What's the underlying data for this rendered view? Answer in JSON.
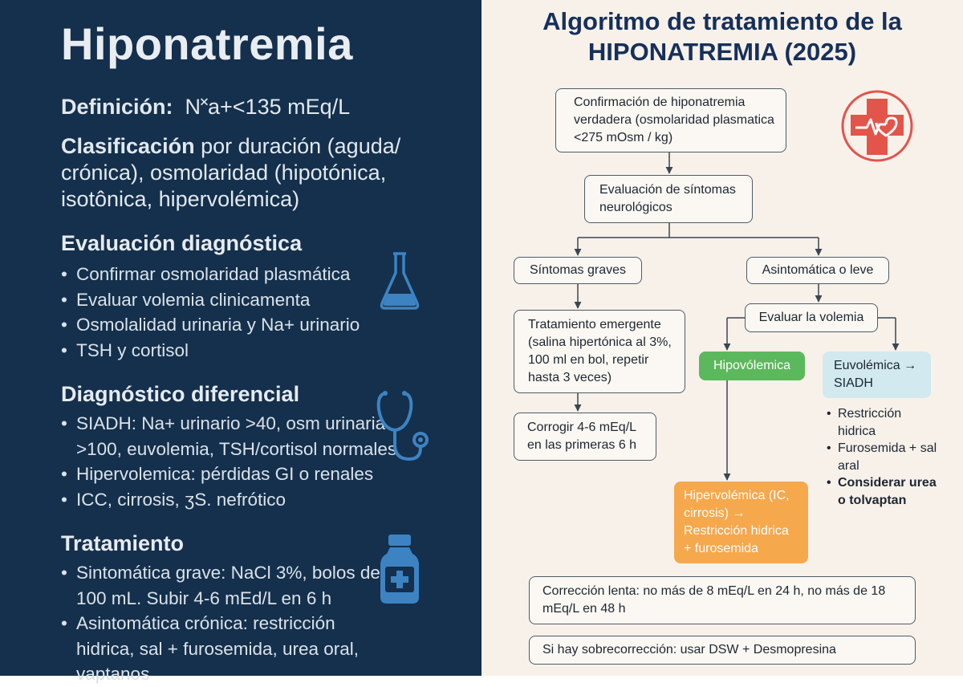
{
  "left": {
    "title": "Hiponatremia",
    "definition_label": "Definición:",
    "definition_value": "N˟a+<135 mEq/L",
    "classification_label": "Clasificación",
    "classification_text": "por duración (aguda/ crónica), osmolaridad (hipotónica, isotônica, hipervolémica)",
    "sections": [
      {
        "title": "Evaluación diagnóstica",
        "items": [
          "Confirmar osmolaridad plasmática",
          "Evaluar volemia clinicamenta",
          "Osmolalidad urinaria y Na+ urinario",
          "TSH y cortisol"
        ]
      },
      {
        "title": "Diagnóstico diferencial",
        "items": [
          "SIADH: Na+ urinario >40, osm urinaria >100, euvolemia, TSH/cortisol normales",
          "Hipervolemica: pérdidas GI o renales",
          "ICC, cirrosis, ʒS. nefrótico"
        ]
      },
      {
        "title": "Tratamiento",
        "items": [
          "Sintomática grave:  NaCl 3%, bolos de 100 mL. Subir 4-6 mEd/L en 6 h",
          "Asintomática crónica: restricción hidrica, sal + furosemida, urea oral, vaptanos"
        ]
      }
    ],
    "icons": [
      "flask-icon",
      "stethoscope-icon",
      "medicine-bottle-icon"
    ]
  },
  "flow": {
    "title": "Algoritmo de tratamiento de la HIPONATREMIA (2025)",
    "icon": "medical-cross-heart-icon",
    "confirm": "Confirmación de hiponatremia verdadera (osmolaridad plasmatica <275 mOsm / kg)",
    "eval": "Evaluación de síntomas neurológicos",
    "grave": "Síntomas graves",
    "leve": "Asintomática o leve",
    "tratamiento": "Tratamiento emergente (salina hipertónica al 3%, 100 ml en bol, repetir hasta 3 veces)",
    "corregir": "Corrogir 4-6 mEq/L en las primeras 6 h",
    "volemia": "Evaluar la volemia",
    "hipo": "Hipovólemica",
    "euvo": "Euvolémica → SIADH",
    "euvo_items": [
      "Restricción hidrica",
      "Furosemida + sal aral",
      "Considerar urea o tolvaptan"
    ],
    "hiper": "Hipervolémica (IC, cirrosis) → Restricción hidrica + furosemida",
    "correccion": "Corrección lenta: no más de 8 mEq/L en 24 h, no más de 18 mEq/L en 48 h",
    "sobre": "Si hay sobrecorrección: usar DSW + Desmopresina"
  },
  "colors": {
    "left_bg": "#14304c",
    "right_bg": "#f7f1ea",
    "title_navy": "#16305a",
    "icon_blue": "#3d83c2",
    "hipo_green": "#5cb85c",
    "euvo_blue": "#d1e9ef",
    "hiper_orange": "#f6a84d",
    "cross_red": "#e3544a"
  }
}
